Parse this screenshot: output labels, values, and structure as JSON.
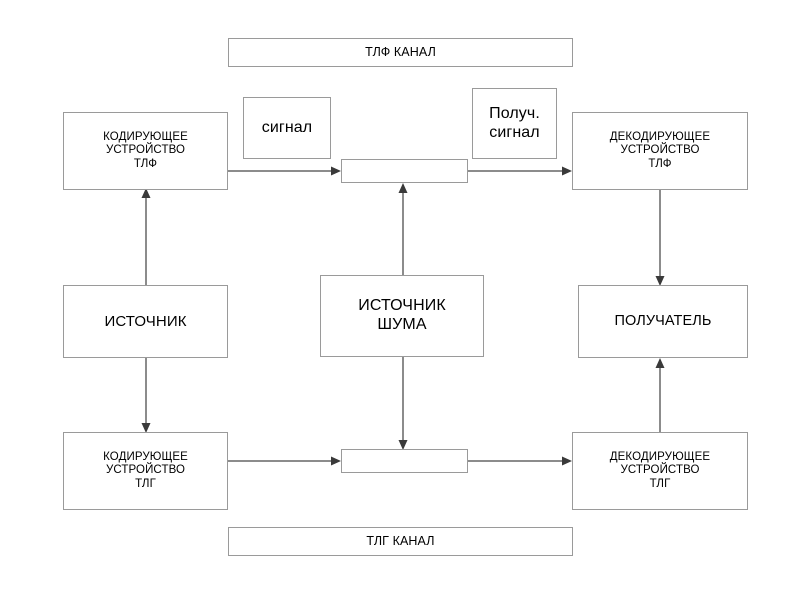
{
  "diagram": {
    "title_top": "ТЛФ КАНАЛ",
    "title_bottom": "ТЛГ  КАНАЛ",
    "nodes": {
      "tlf_channel": {
        "label": "ТЛФ КАНАЛ"
      },
      "tlg_channel": {
        "label": "ТЛГ  КАНАЛ"
      },
      "coder_tlf": {
        "label": "КОДИРУЮЩЕЕ\nУСТРОЙСТВО\nТЛФ"
      },
      "decoder_tlf": {
        "label": "ДЕКОДИРУЮЩЕЕ\nУСТРОЙСТВО\nТЛФ"
      },
      "coder_tlg": {
        "label": "КОДИРУЮЩЕЕ\nУСТРОЙСТВО\nТЛГ"
      },
      "decoder_tlg": {
        "label": "ДЕКОДИРУЮЩЕЕ\nУСТРОЙСТВО\nТЛГ"
      },
      "signal_label": {
        "label": "сигнал"
      },
      "received_signal_label": {
        "label": "Получ.\nсигнал"
      },
      "source": {
        "label": "ИСТОЧНИК"
      },
      "noise_source": {
        "label": "ИСТОЧНИК\nШУМА"
      },
      "receiver": {
        "label": "ПОЛУЧАТЕЛЬ"
      },
      "medium_tlf": {
        "label": ""
      },
      "medium_tlg": {
        "label": ""
      }
    },
    "colors": {
      "box_border": "#9a9a9a",
      "connector": "#8c8c8c",
      "arrowhead": "#3a3a3a",
      "background": "#ffffff",
      "text": "#000000"
    },
    "edges": [
      {
        "from": "source",
        "to": "coder_tlf",
        "direction": "up"
      },
      {
        "from": "source",
        "to": "coder_tlg",
        "direction": "down"
      },
      {
        "from": "coder_tlf",
        "to": "medium_tlf",
        "direction": "right"
      },
      {
        "from": "medium_tlf",
        "to": "decoder_tlf",
        "direction": "right"
      },
      {
        "from": "noise_source",
        "to": "medium_tlf",
        "direction": "up"
      },
      {
        "from": "noise_source",
        "to": "medium_tlg",
        "direction": "down"
      },
      {
        "from": "coder_tlg",
        "to": "medium_tlg",
        "direction": "right"
      },
      {
        "from": "medium_tlg",
        "to": "decoder_tlg",
        "direction": "right"
      },
      {
        "from": "decoder_tlf",
        "to": "receiver",
        "direction": "down"
      },
      {
        "from": "decoder_tlg",
        "to": "receiver",
        "direction": "up"
      }
    ]
  }
}
